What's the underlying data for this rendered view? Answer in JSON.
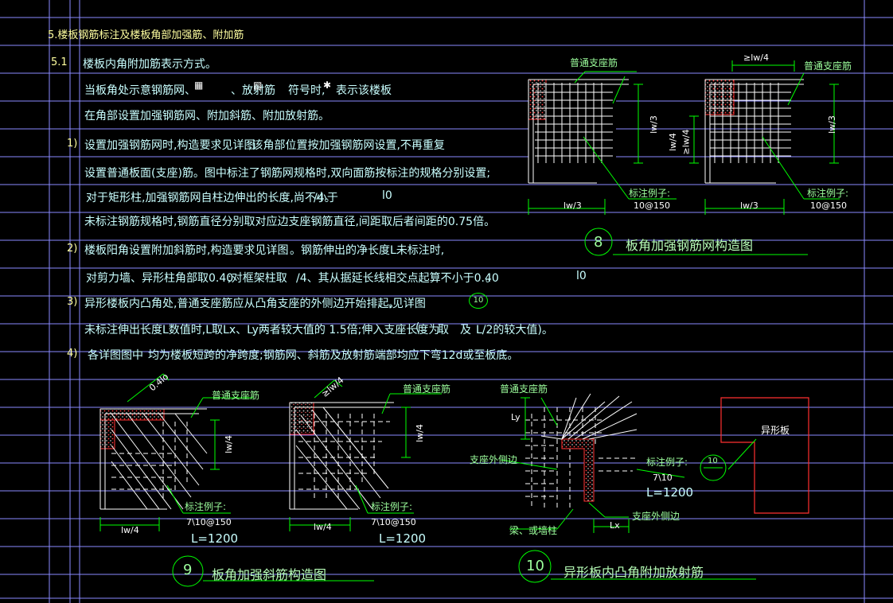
{
  "section_title": "5.楼板钢筋标注及楼板角部加强筋、附加筋",
  "notes": {
    "heading_no": "5.1",
    "heading": "楼板内角附加筋表示方式。",
    "p1a": "当板角处示意钢筋网",
    "p1b": "、",
    "p1c": "、放射筋",
    "p1d": "符号时,",
    "p1e": "表示该楼板",
    "p2": "在角部设置加强钢筋网、附加斜筋、附加放射筋。",
    "i1_no": "1)",
    "i1_a": "设置加强钢筋网时,构造要求见详图",
    "i1_b": ",该角部位置按加强钢筋网设置,不再重复",
    "i1_c": "设置普通板面(支座)筋。图中标注了钢筋网规格时,双向面筋按标注的规格分别设置;",
    "i1_d": "对于矩形柱,加强钢筋网自柱边伸出的长度,尚不小于",
    "i1_d2": "/4。",
    "i1_d3": "l0",
    "i1_e": "未标注钢筋规格时,钢筋直径分别取对应边支座钢筋直径,间距取后者间距的0.75倍。",
    "i2_no": "2)",
    "i2_a": "楼板阳角设置附加斜筋时,构造要求见详图",
    "i2_b": "。钢筋伸出的净长度L未标注时,",
    "i2_c": "对剪力墙、异形柱角部取0.40",
    "i2_c2": ";对框架柱取",
    "i2_c3": "/4、其从据延长线相交点起算不小于0.40",
    "i2_c4": "。",
    "i2_c5": "l0",
    "i3_no": "3)",
    "i3_a": "异形楼板内凸角处,普通支座筋应从凸角支座的外侧边开始排起,见详图",
    "i3_b": "。",
    "i3_ref": "10",
    "i3_c": "未标注伸出长度L数值时,L取Lx、Ly两者较大值的 1.5倍;伸入支座长度为",
    "i3_c2": "(",
    "i3_c3": "取",
    "i3_c4": "及",
    "i3_c5": "L/2的较大值)。",
    "i4_no": "4)",
    "i4_a": "各详图图中",
    "i4_b": "均为楼板短跨的净跨度;钢筋网、斜筋及放射筋端部均应下弯12d或至板底。"
  },
  "fig8": {
    "number": "8",
    "caption": "板角加强钢筋网构造图",
    "left": {
      "rebar": "普通支座筋",
      "dim_w": "lw/3",
      "dim_h": "lw/3",
      "note": "标注例子:",
      "spec": "10@150"
    },
    "right": {
      "rebar": "普通支座筋",
      "dim_top": "≥lw/4",
      "dim_h": "lw/4",
      "dim_h2": "≥lw/4",
      "dim_w": "lw/3",
      "dim_h3": "lw/3",
      "note": "标注例子:",
      "spec": "10@150"
    }
  },
  "fig9": {
    "number": "9",
    "caption": "板角加强斜筋构造图",
    "left": {
      "rebar": "普通支座筋",
      "dim_diag": "0.4lo",
      "dim_v": "lw/4",
      "dim_w": "lw/4",
      "note": "标注例子:",
      "spec": "7\\10@150",
      "length": "L=1200"
    },
    "right": {
      "rebar": "普通支座筋",
      "dim_diag": "≥lw/4",
      "dim_v": "lw/4",
      "dim_w": "lw/4",
      "note": "标注例子:",
      "spec": "7\\10@150",
      "length": "L=1200"
    }
  },
  "fig10": {
    "number": "10",
    "caption": "异形板内凸角附加放射筋",
    "rebar": "普通支座筋",
    "support_left": "支座外侧边",
    "support_right": "支座外侧边",
    "beam": "梁、或墙柱",
    "dim_ly": "Ly",
    "dim_lx": "Lx",
    "note": "标注例子:",
    "spec": "7\\10",
    "length": "L=1200"
  },
  "plan": {
    "label": "异形板",
    "ref": "10"
  },
  "colors": {
    "background": "#000000",
    "lines": "#ffffff",
    "dims": "#00ff00",
    "hatch": "#ff3030",
    "notes": "#c9ffff"
  }
}
